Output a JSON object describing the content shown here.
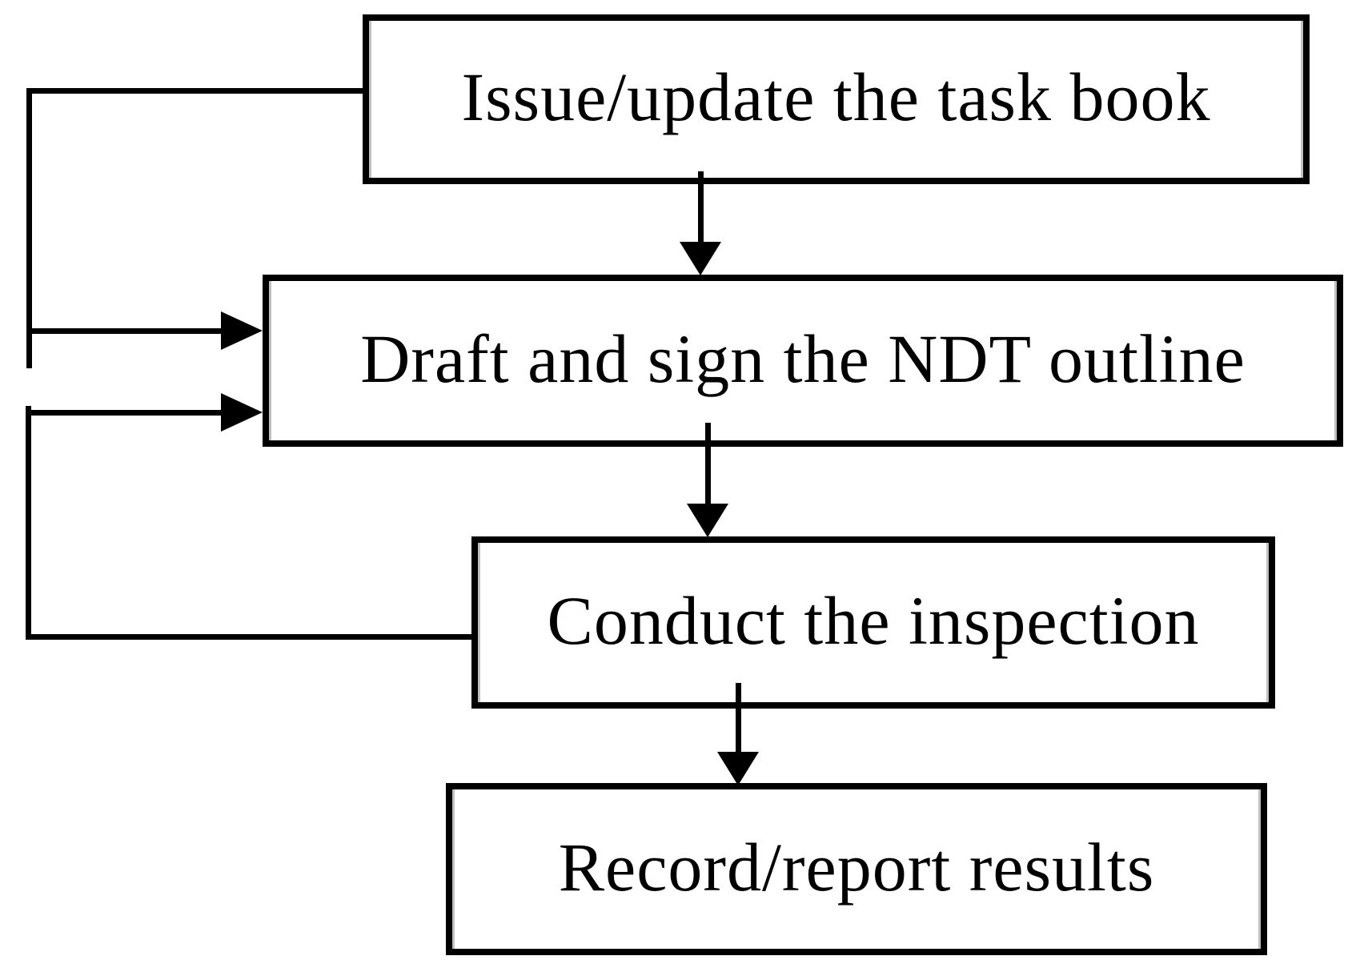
{
  "diagram": {
    "type": "flowchart",
    "colors": {
      "background": "#ffffff",
      "line": "#000000",
      "box_fill": "#ffffff",
      "box_border": "#000000",
      "inner_shadow": "#8c8c8c"
    },
    "nodes": [
      {
        "id": "issue-update-task-book",
        "label": "Issue/update the task book"
      },
      {
        "id": "draft-sign-ndt-outline",
        "label": "Draft and sign the NDT outline"
      },
      {
        "id": "conduct-inspection",
        "label": "Conduct the inspection"
      },
      {
        "id": "record-report-results",
        "label": "Record/report results"
      }
    ],
    "edges": [
      {
        "from": "issue-update-task-book",
        "to": "draft-sign-ndt-outline",
        "kind": "main-down-arrow"
      },
      {
        "from": "draft-sign-ndt-outline",
        "to": "conduct-inspection",
        "kind": "main-down-arrow"
      },
      {
        "from": "conduct-inspection",
        "to": "record-report-results",
        "kind": "main-down-arrow"
      },
      {
        "from": "issue-update-task-book",
        "to": "draft-sign-ndt-outline",
        "kind": "left-feedback-arrow"
      },
      {
        "from": "conduct-inspection",
        "to": "draft-sign-ndt-outline",
        "kind": "left-feedback-arrow"
      }
    ]
  }
}
